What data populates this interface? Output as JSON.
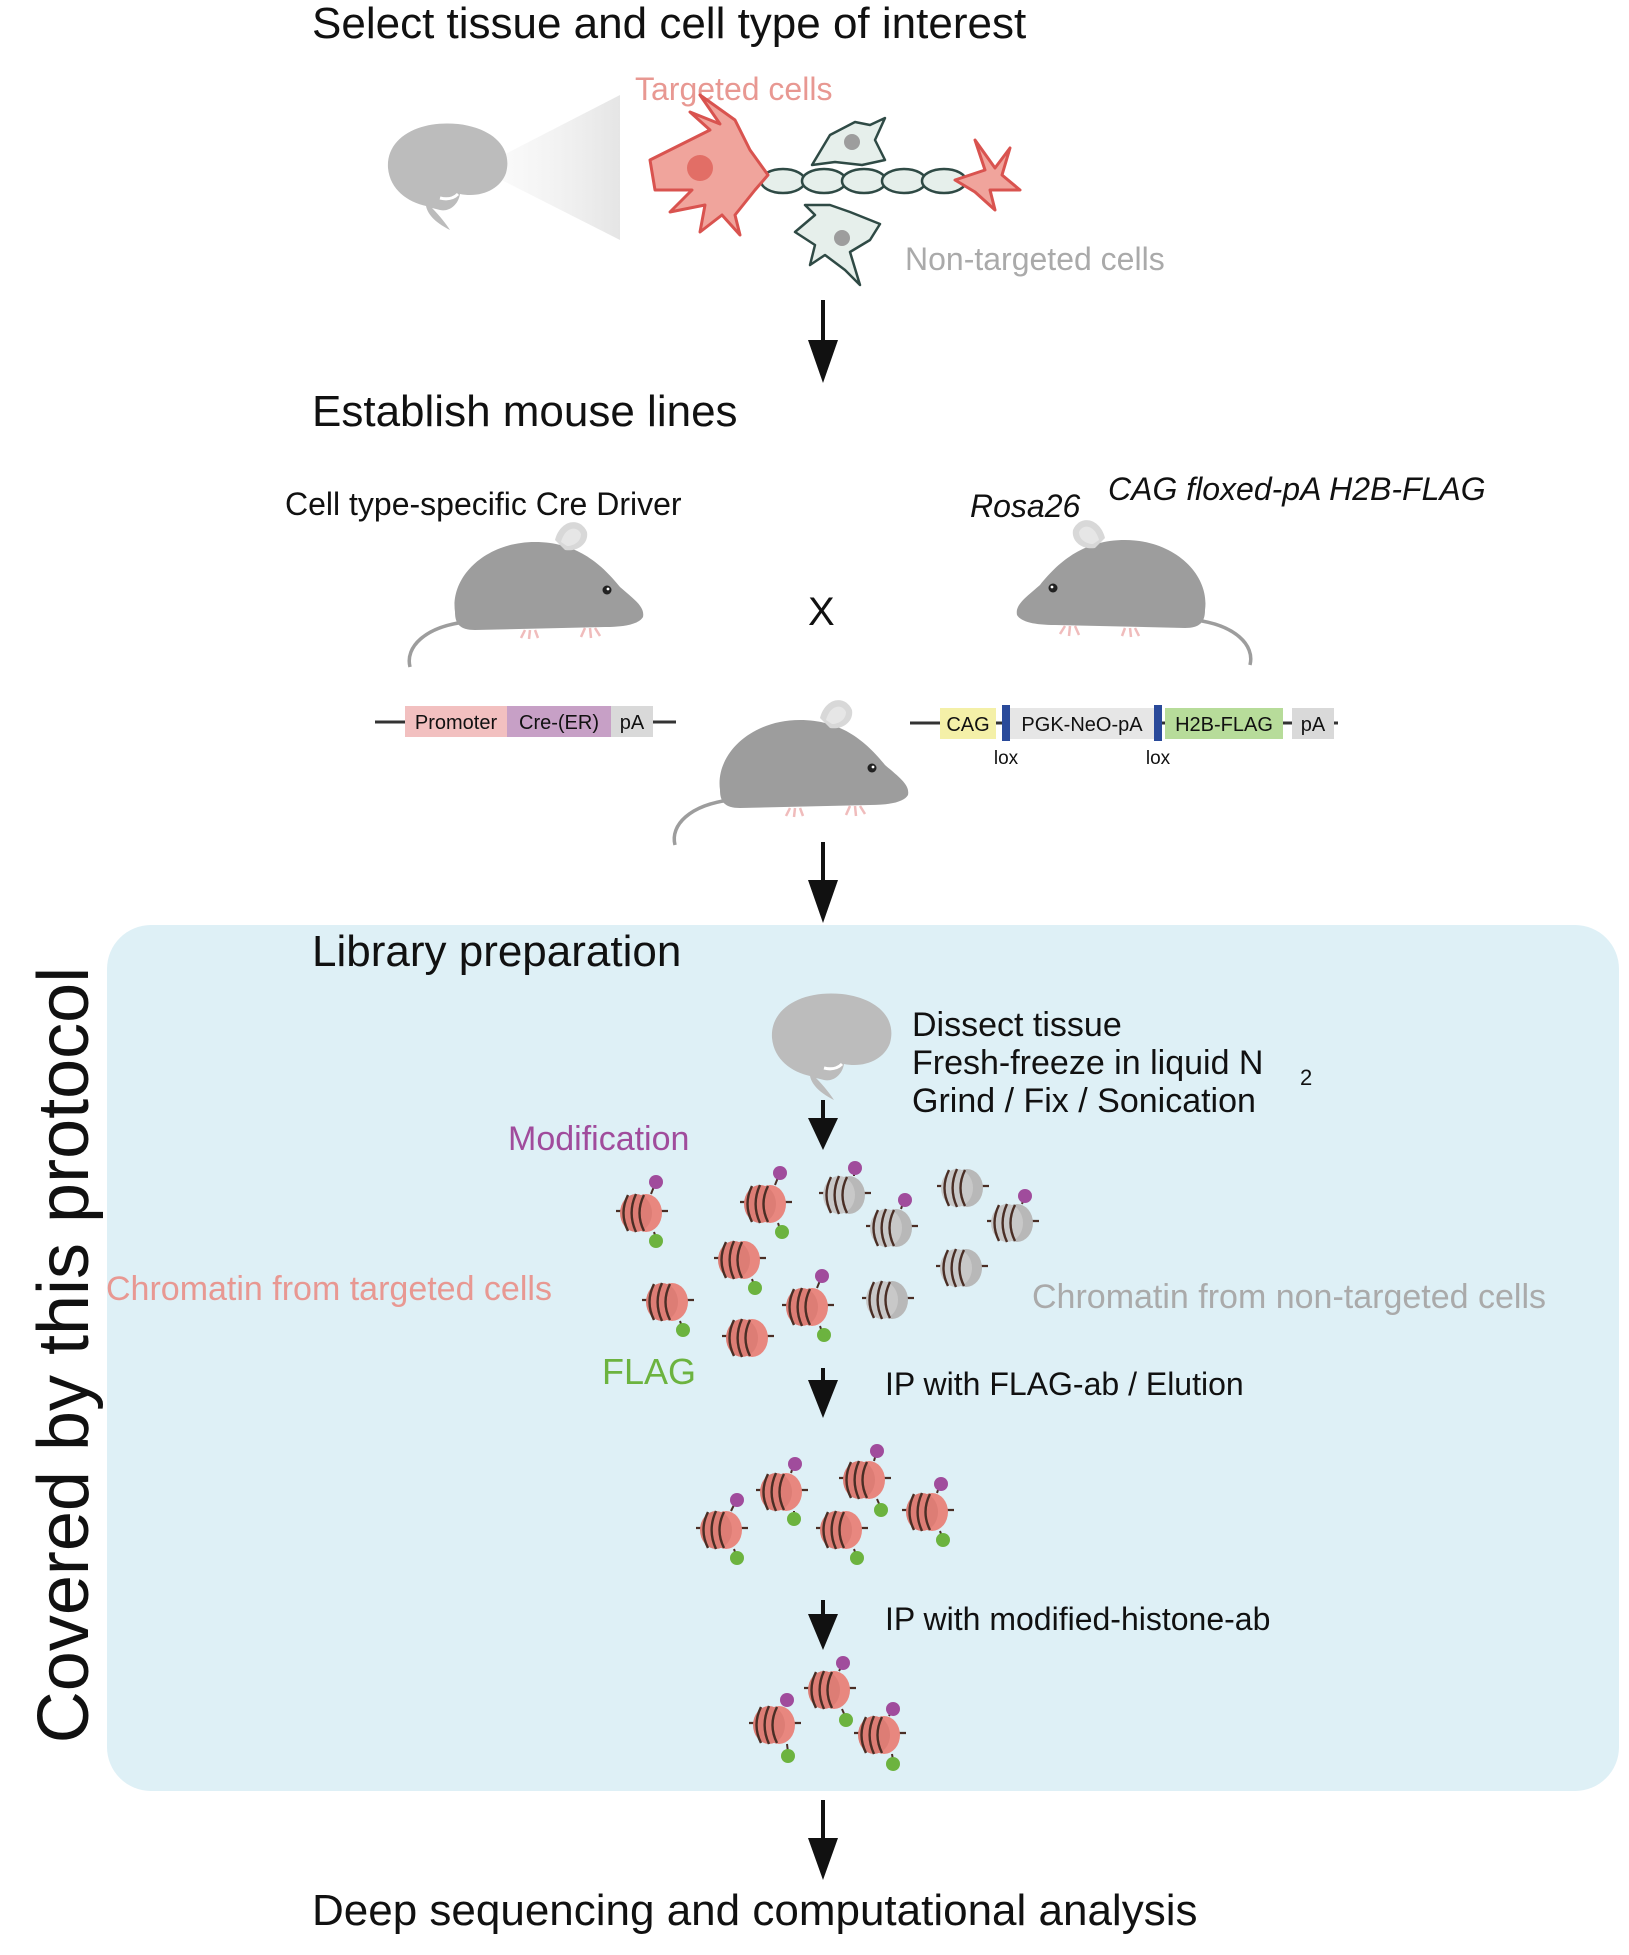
{
  "steps": {
    "step1_title": "Select tissue and cell type of interest",
    "targeted_cells": "Targeted cells",
    "non_targeted_cells": "Non-targeted cells",
    "step2_title": "Establish mouse lines",
    "cre_driver": "Cell type-specific Cre Driver",
    "rosa_prefix": "Rosa26",
    "rosa_superscript": "CAG floxed-pA H2B-FLAG",
    "cross_symbol": "X",
    "step3_title": "Library preparation",
    "dissect_1": "Dissect tissue",
    "dissect_2": "Fresh-freeze in liquid N",
    "dissect_2_sub": "2",
    "dissect_3": "Grind / Fix / Sonication",
    "modification": "Modification",
    "flag": "FLAG",
    "chromatin_targeted": "Chromatin from targeted cells",
    "chromatin_non_targeted": "Chromatin from non-targeted cells",
    "ip_flag": "IP with FLAG-ab / Elution",
    "ip_histone": "IP with modified-histone-ab",
    "step4_title": "Deep sequencing and computational analysis",
    "side_label": "Covered by this protocol"
  },
  "constructs": {
    "cre": {
      "promoter": "Promoter",
      "cre": "Cre-(ER)",
      "pa": "pA"
    },
    "rosa": {
      "cag": "CAG",
      "pgk": "PGK-NeO-pA",
      "h2b": "H2B-FLAG",
      "pa": "pA",
      "lox1": "lox",
      "lox2": "lox"
    }
  },
  "colors": {
    "targeted": "#e8877f",
    "targeted_text": "#e89892",
    "non_targeted_text": "#aaaaaa",
    "modification": "#a04c9c",
    "flag": "#6cb33f",
    "panel_bg": "#def0f6",
    "mouse": "#9d9d9d",
    "brain": "#bcbcbc"
  }
}
